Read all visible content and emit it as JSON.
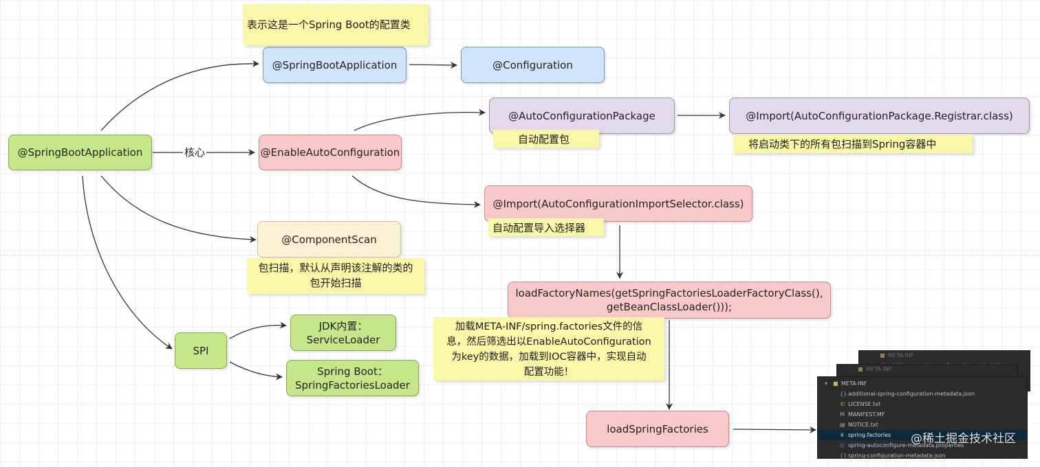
{
  "nodes": {
    "root": "@SpringBootApplication",
    "sba_config": "@SpringBootApplication",
    "configuration": "@Configuration",
    "enable_auto": "@EnableAutoConfiguration",
    "auto_pkg": "@AutoConfigurationPackage",
    "import_registrar": "@Import(AutoConfigurationPackage.Registrar.class)",
    "import_selector": "@Import(AutoConfigurationImportSelector.class)",
    "component_scan": "@ComponentScan",
    "load_factory_line1": "loadFactoryNames(getSpringFactoriesLoaderFactoryClass(),",
    "load_factory_line2": "getBeanClassLoader()));",
    "load_spring": "loadSpringFactories",
    "spi": "SPI",
    "jdk_line1": "JDK内置：",
    "jdk_line2": "ServiceLoader",
    "sb_line1": "Spring Boot：",
    "sb_line2": "SpringFactoriesLoader"
  },
  "notes": {
    "config_class": "表示这是一个Spring Boot的配置类",
    "auto_pkg": "自动配置包",
    "registrar": "将启动类下的所有包扫描到Spring容器中",
    "selector": "自动配置导入选择器",
    "scan_line1": "包扫描，默认从声明该注解的类的",
    "scan_line2": "包开始扫描",
    "load_line1": "加载META-INF/spring.factories文件的信",
    "load_line2": "息，然后筛选出以EnableAutoConfiguration",
    "load_line3": "为key的数据，加载到IOC容器中，实现自动",
    "load_line4": "配置功能！"
  },
  "edges": {
    "core_label": "核心"
  },
  "ide": {
    "back_folder": "META-INF",
    "back_file": "additional-spring-configuration-metadata.json",
    "folder": "META-INF",
    "files": [
      "additional-spring-configuration-metadata.json",
      "LICENSE.txt",
      "MANIFEST.MF",
      "NOTICE.txt",
      "spring.factories",
      "spring-autoconfigure-metadata.properties",
      "spring-configuration-metadata.json"
    ],
    "watermark": "@稀土掘金技术社区"
  },
  "colors": {
    "green": "#c6e68a",
    "blue": "#cfe4fb",
    "purple": "#e2d9ec",
    "red": "#f7c9c9",
    "cream": "#fdf1d3",
    "note": "#fbf7a9",
    "arrow": "#333333"
  }
}
